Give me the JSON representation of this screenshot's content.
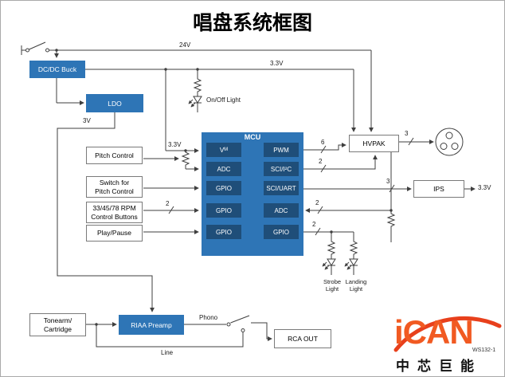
{
  "title": "唱盘系统框图",
  "blocks": {
    "dcdc": "DC/DC Buck",
    "ldo": "LDO",
    "pitch": "Pitch Control",
    "switch_pitch_l1": "Switch for",
    "switch_pitch_l2": "Pitch Control",
    "rpm_l1": "33/45/78 RPM",
    "rpm_l2": "Control Buttons",
    "play": "Play/Pause",
    "hvpak": "HVPAK",
    "ips": "IPS",
    "tonearm_l1": "Tonearm/",
    "tonearm_l2": "Cartridge",
    "riaa": "RIAA Preamp",
    "rca": "RCA OUT"
  },
  "mcu": {
    "label": "MCU",
    "vm_main": "V",
    "vm_sub": "M",
    "left_ports": [
      "ADC",
      "GPIO",
      "GPIO",
      "GPIO"
    ],
    "right_ports": [
      "PWM",
      "SCI/I²C",
      "SCI/UART",
      "ADC",
      "GPIO"
    ]
  },
  "labels": {
    "v24": "24V",
    "v33": "3.3V",
    "v33_mcu": "3.3V",
    "v33_ips": "3.3V",
    "v3": "3V",
    "onoff_light": "On/Off Light",
    "bus6": "6",
    "bus2": "2",
    "bus3": "3",
    "strobe_l1": "Strobe",
    "strobe_l2": "Light",
    "landing_l1": "Landing",
    "landing_l2": "Light",
    "phono": "Phono",
    "line_out": "Line"
  },
  "logo": {
    "name": "iCAN",
    "cn": "中芯巨能",
    "code": "WS132-1"
  },
  "colors": {
    "block_blue": "#2e75b6",
    "port_blue": "#1f4e79",
    "wire": "#3f3f3f",
    "logo_orange": "#f15a22"
  }
}
